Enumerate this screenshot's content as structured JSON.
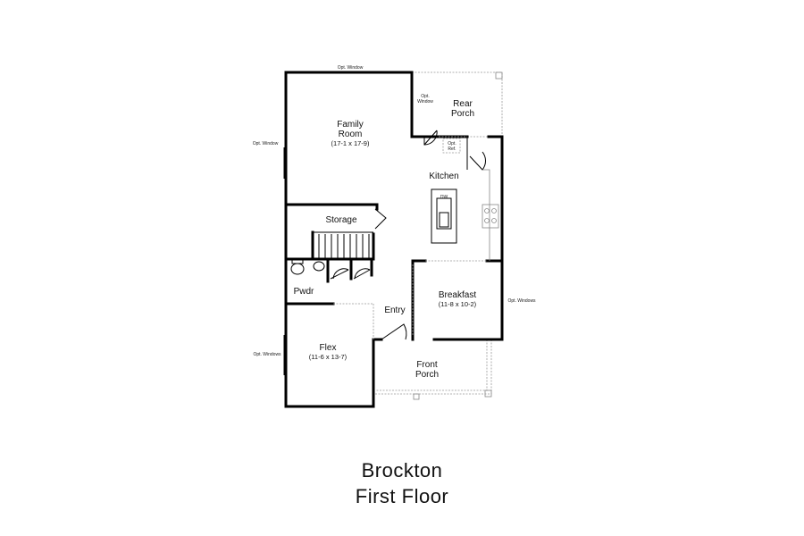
{
  "plan": {
    "title": "Brockton",
    "subtitle": "First Floor"
  },
  "rooms": {
    "family_room": {
      "name_line1": "Family",
      "name_line2": "Room",
      "dims": "(17-1 x 17-9)"
    },
    "rear_porch": {
      "name_line1": "Rear",
      "name_line2": "Porch"
    },
    "kitchen": {
      "name": "Kitchen"
    },
    "storage": {
      "name": "Storage"
    },
    "pwdr": {
      "name": "Pwdr"
    },
    "entry": {
      "name": "Entry"
    },
    "breakfast": {
      "name": "Breakfast",
      "dims": "(11-8 x 10-2)"
    },
    "flex": {
      "name": "Flex",
      "dims": "(11-6 x 13-7)"
    },
    "front_porch": {
      "name_line1": "Front",
      "name_line2": "Porch"
    }
  },
  "annotations": {
    "opt_window_top": "Opt. Window",
    "opt_window_left": "Opt. Window",
    "opt_window_rear_line1": "Opt.",
    "opt_window_rear_line2": "Window",
    "opt_ref_line1": "Opt.",
    "opt_ref_line2": "Ref.",
    "dw": "DW",
    "opt_windows_right": "Opt. Windows",
    "opt_windows_left": "Opt. Windows"
  }
}
